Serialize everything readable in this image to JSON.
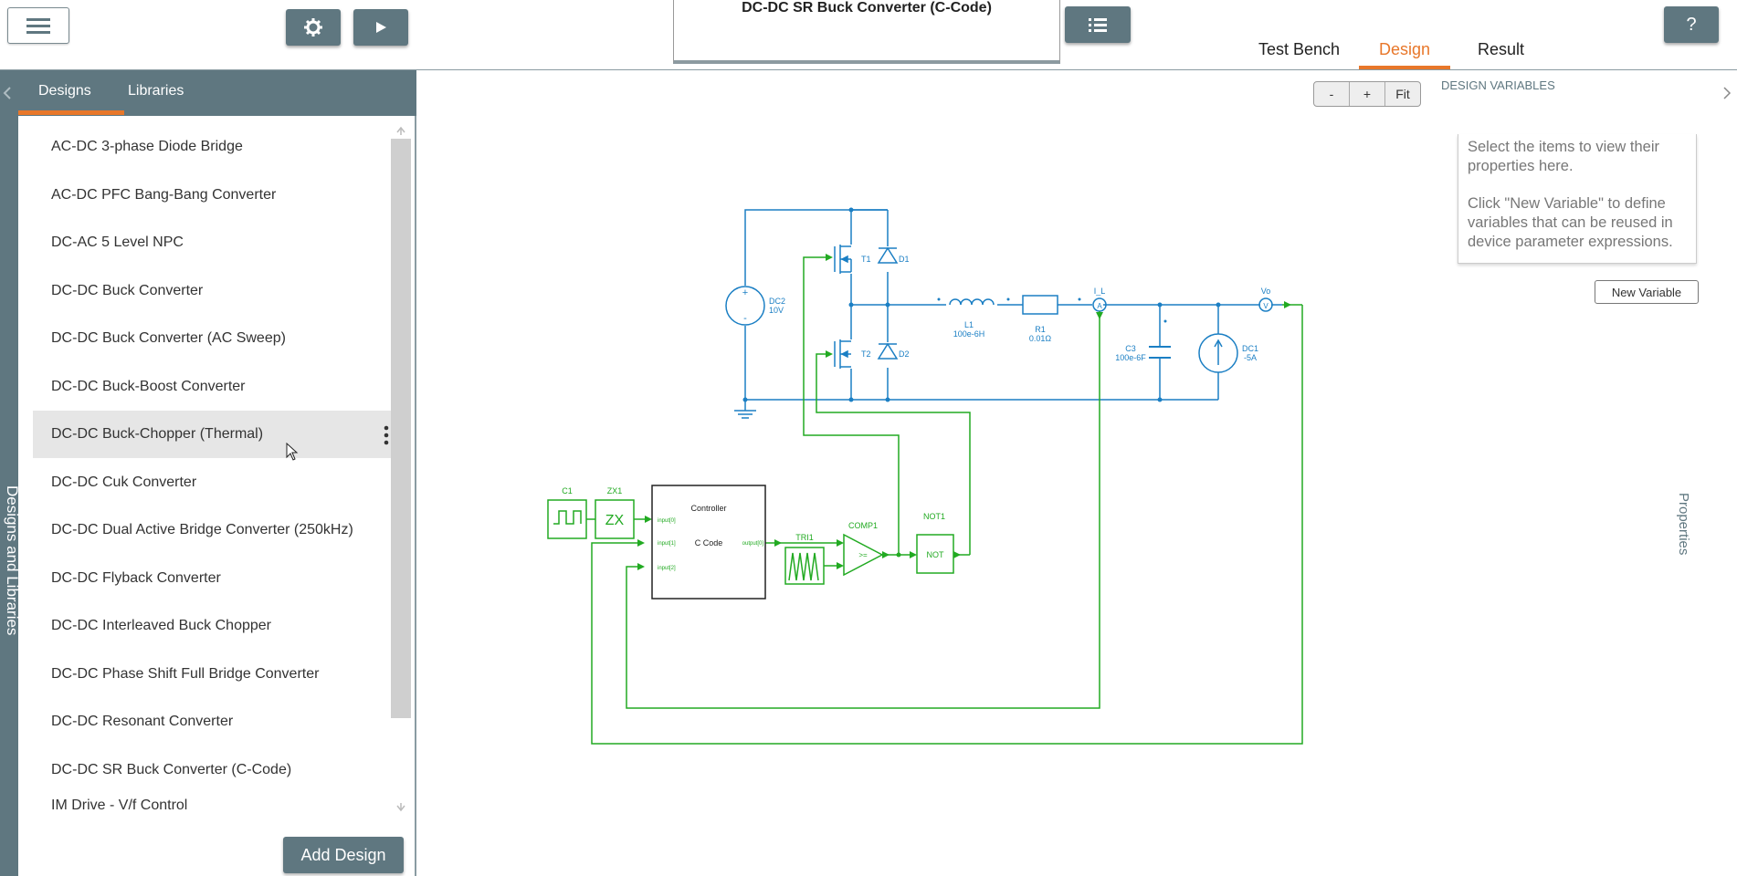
{
  "window": {
    "title": "DC-DC SR Buck Converter (C-Code)"
  },
  "top_tabs": [
    {
      "label": "Test Bench"
    },
    {
      "label": "Design",
      "active": true
    },
    {
      "label": "Result"
    }
  ],
  "help": {
    "label": "?"
  },
  "left_panel": {
    "strip_label": "Designs and Libraries",
    "tabs": [
      {
        "label": "Designs",
        "active": true
      },
      {
        "label": "Libraries"
      }
    ],
    "items": [
      {
        "label": "AC-DC 3-phase Diode Bridge"
      },
      {
        "label": "AC-DC PFC Bang-Bang Converter"
      },
      {
        "label": "DC-AC 5 Level NPC"
      },
      {
        "label": "DC-DC Buck Converter"
      },
      {
        "label": "DC-DC Buck Converter (AC Sweep)"
      },
      {
        "label": "DC-DC Buck-Boost Converter"
      },
      {
        "label": "DC-DC Buck-Chopper (Thermal)",
        "hovered": true
      },
      {
        "label": "DC-DC Cuk Converter"
      },
      {
        "label": "DC-DC Dual Active Bridge Converter (250kHz)"
      },
      {
        "label": "DC-DC Flyback Converter"
      },
      {
        "label": "DC-DC Interleaved Buck Chopper"
      },
      {
        "label": "DC-DC Phase Shift Full Bridge Converter"
      },
      {
        "label": "DC-DC Resonant Converter"
      },
      {
        "label": "DC-DC SR Buck Converter (C-Code)"
      },
      {
        "label": "IM Drive - V/f Control"
      }
    ],
    "add_button": "Add Design"
  },
  "zoom": {
    "minus": "-",
    "plus": "+",
    "fit": "Fit"
  },
  "right_panel": {
    "title": "DESIGN VARIABLES",
    "info_line1": "Select the items to view their properties here.",
    "info_line2": "Click \"New Variable\" to define variables that can be reused in device parameter expressions.",
    "new_variable": "New Variable",
    "side_label": "Properties"
  },
  "schematic": {
    "colors": {
      "power": "#1b7fc4",
      "control": "#22aa22",
      "block": "#222222"
    },
    "components": {
      "dc2": {
        "name": "DC2",
        "value": "10V"
      },
      "t1": {
        "name": "T1"
      },
      "t2": {
        "name": "T2"
      },
      "d1": {
        "name": "D1"
      },
      "d2": {
        "name": "D2"
      },
      "l1": {
        "name": "L1",
        "value": "100e-6H"
      },
      "r1": {
        "name": "R1",
        "value": "0.01Ω"
      },
      "il": {
        "name": "I_L",
        "symbol": "A"
      },
      "c3": {
        "name": "C3",
        "value": "100e-6F"
      },
      "dc1": {
        "name": "DC1",
        "value": "-5A"
      },
      "vo": {
        "name": "Vo",
        "symbol": "V"
      },
      "c1": {
        "name": "C1"
      },
      "zx1": {
        "name": "ZX1",
        "symbol": "ZX"
      },
      "controller": {
        "name": "Controller",
        "code": "C Code",
        "in0": "input[0]",
        "in1": "input[1]",
        "in2": "input[2]",
        "out0": "output[0]"
      },
      "tri1": {
        "name": "TRI1"
      },
      "comp1": {
        "name": "COMP1",
        "symbol": ">="
      },
      "not1": {
        "name": "NOT1",
        "symbol": "NOT"
      },
      "dc2_plus": "+",
      "dc2_minus": "-"
    }
  }
}
